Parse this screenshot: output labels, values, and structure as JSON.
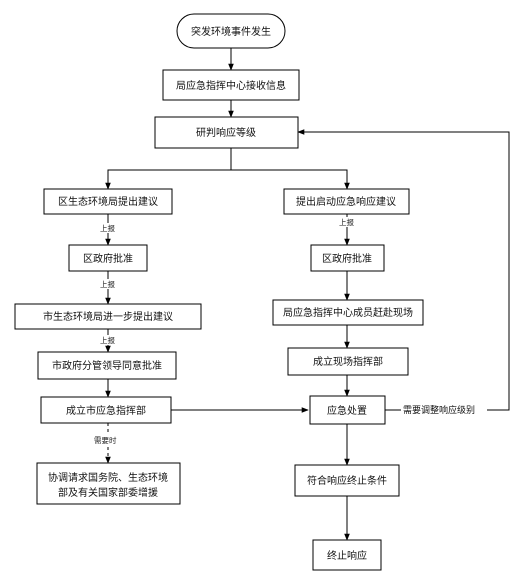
{
  "nodes": {
    "start": "突发环境事件发生",
    "receive": "局应急指挥中心接收信息",
    "judge": "研判响应等级",
    "district_eco": "区生态环境局提出建议",
    "district_gov_left": "区政府批准",
    "city_eco": "市生态环境局进一步提出建议",
    "city_gov_leader": "市政府分管领导同意批准",
    "city_command": "成立市应急指挥部",
    "coordinate_line1": "协调请求国务院、生态环境",
    "coordinate_line2": "部及有关国家部委增援",
    "propose_start": "提出启动应急响应建议",
    "district_gov_right": "区政府批准",
    "members_onsite": "局应急指挥中心成员赶赴现场",
    "field_command": "成立现场指挥部",
    "emergency_handle": "应急处置",
    "meet_conditions": "符合响应终止条件",
    "terminate": "终止响应"
  },
  "edge_labels": {
    "report1": "上报",
    "report2": "上报",
    "report3": "上报",
    "report_right": "上报",
    "when_needed": "需要时",
    "adjust_level": "需要调整响应级别"
  }
}
